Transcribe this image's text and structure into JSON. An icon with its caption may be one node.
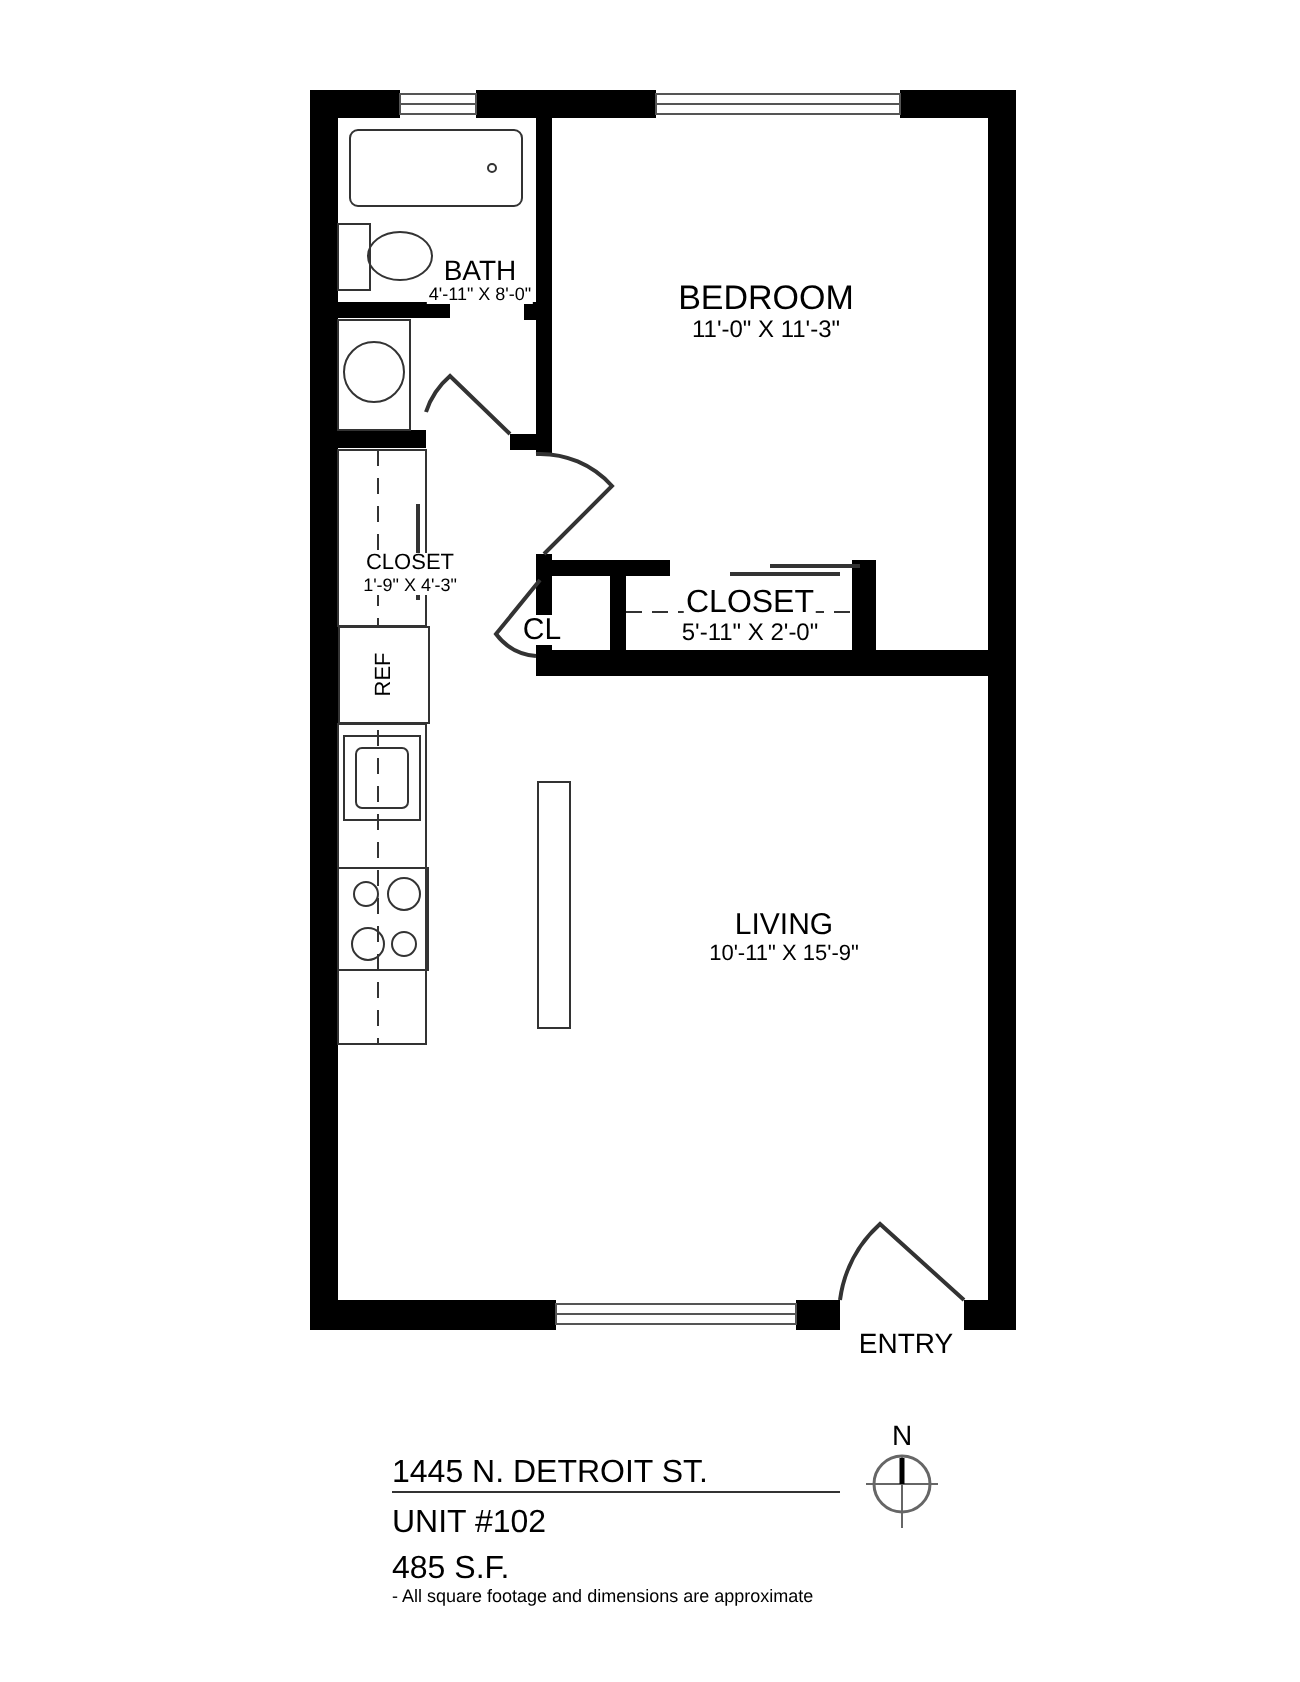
{
  "diagram": {
    "nodes": [
      {
        "text": [
          "BATH",
          "4'-11\" X 8'-0\""
        ]
      },
      {
        "text": [
          "BEDROOM",
          "11'-0\" X 11'-3\""
        ]
      },
      {
        "text": [
          "CLOSET",
          "1'-9\" X 4'-3\""
        ]
      },
      {
        "text": [
          "REF"
        ]
      },
      {
        "text": [
          "CL"
        ]
      },
      {
        "text": [
          "CLOSET",
          "5'-11\" X 2'-0\""
        ]
      },
      {
        "text": [
          "LIVING",
          "10'-11\" X 15'-9\""
        ]
      }
    ],
    "labels": [
      "ENTRY",
      "N",
      "1445 N. DETROIT ST.",
      "UNIT #102",
      "485 S.F.",
      "- All square footage and dimensions are approximate"
    ]
  }
}
